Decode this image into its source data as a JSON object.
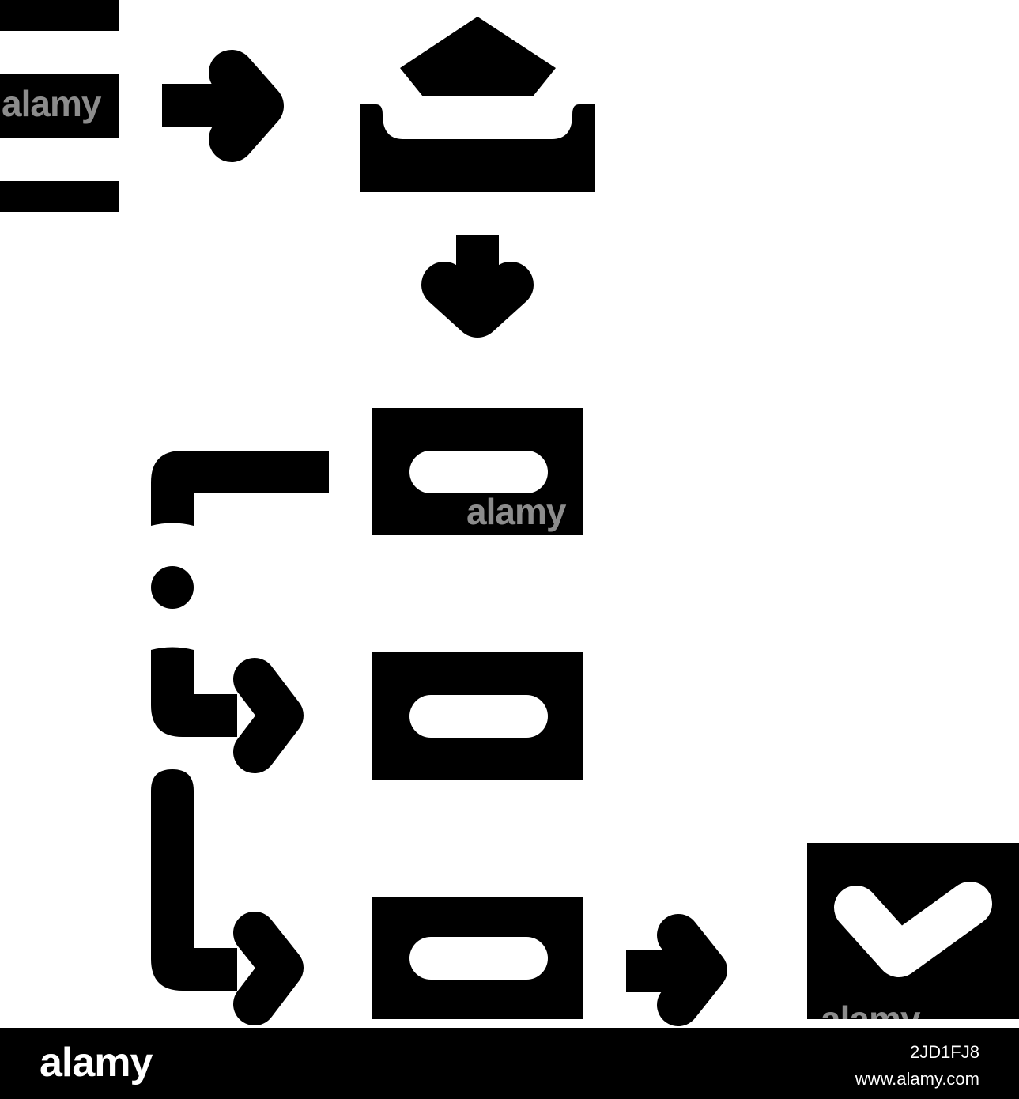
{
  "colors": {
    "ink": "#000000",
    "paper": "#ffffff"
  },
  "icon": {
    "name": "workflow-process-icon"
  },
  "watermark": {
    "text": "alamy"
  },
  "footer": {
    "brand": "alamy",
    "image_id": "2JD1FJ8",
    "site": "www.alamy.com"
  }
}
